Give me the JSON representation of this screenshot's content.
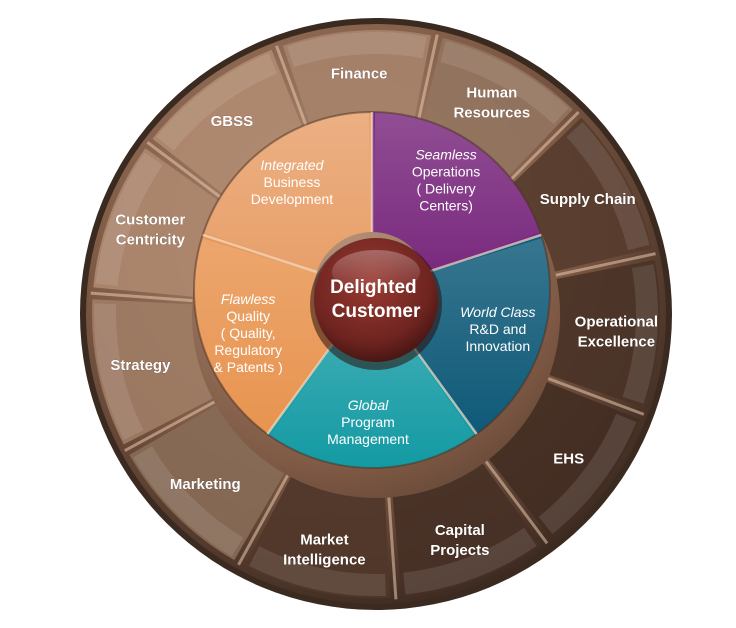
{
  "center": {
    "lines": [
      "Delighted",
      "Customer"
    ],
    "color": "#7a2a24"
  },
  "inner_segments": [
    {
      "lines": [
        "Seamless",
        "Operations",
        "( Delivery",
        "Centers)"
      ],
      "italic_first": true,
      "color": "#7a2a7e"
    },
    {
      "lines": [
        "World Class",
        "R&D and",
        "Innovation"
      ],
      "italic_first": true,
      "color": "#0f5a78"
    },
    {
      "lines": [
        "Global",
        "Program",
        "Management"
      ],
      "italic_first": true,
      "color": "#139aa3"
    },
    {
      "lines": [
        "Flawless",
        "Quality",
        "( Quality,",
        "Regulatory",
        "& Patents )"
      ],
      "italic_first": true,
      "color": "#e89450"
    },
    {
      "lines": [
        "Integrated",
        "Business",
        "Development"
      ],
      "italic_first": true,
      "color": "#e8a06a"
    }
  ],
  "outer_segments": [
    {
      "lines": [
        "Finance"
      ]
    },
    {
      "lines": [
        "Human",
        "Resources"
      ]
    },
    {
      "lines": [
        "Supply Chain"
      ]
    },
    {
      "lines": [
        "Operational",
        "Excellence"
      ]
    },
    {
      "lines": [
        "EHS"
      ]
    },
    {
      "lines": [
        "Capital",
        "Projects"
      ]
    },
    {
      "lines": [
        "Market",
        "Intelligence"
      ]
    },
    {
      "lines": [
        "Marketing"
      ]
    },
    {
      "lines": [
        "Strategy"
      ]
    },
    {
      "lines": [
        "Customer",
        "Centricity"
      ]
    },
    {
      "lines": [
        "GBSS"
      ]
    }
  ],
  "colors": {
    "outer_light": "#b08a70",
    "outer_mid": "#7a5440",
    "outer_dark": "#2e1f18",
    "rim": "#3a2a20"
  }
}
